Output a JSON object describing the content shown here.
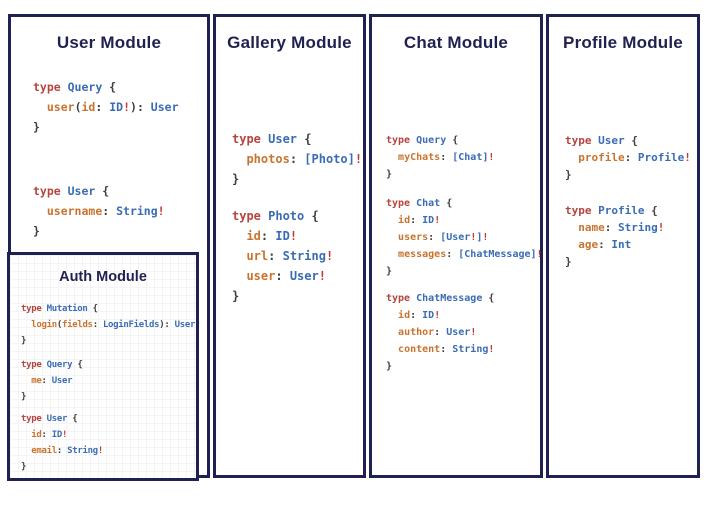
{
  "colors": {
    "navy": "#1f2150",
    "keyword": "#b5453e",
    "typename": "#3a6cb4",
    "field": "#c9742e",
    "punct": "#3f3f3f",
    "bang": "#c03a33"
  },
  "panels": [
    {
      "id": "user-module",
      "title": "User Module",
      "blocks": [
        [
          [
            [
              "k",
              "type "
            ],
            [
              "y",
              "Query "
            ],
            [
              "p",
              "{"
            ]
          ],
          [
            [
              "p",
              "  "
            ],
            [
              "f",
              "user"
            ],
            [
              "p",
              "("
            ],
            [
              "f",
              "id"
            ],
            [
              "p",
              ": "
            ],
            [
              "y",
              "ID"
            ],
            [
              "b",
              "!"
            ],
            [
              "p",
              "): "
            ],
            [
              "y",
              "User"
            ]
          ],
          [
            [
              "p",
              "}"
            ]
          ]
        ],
        [
          [
            [
              "k",
              "type "
            ],
            [
              "y",
              "User "
            ],
            [
              "p",
              "{"
            ]
          ],
          [
            [
              "p",
              "  "
            ],
            [
              "f",
              "username"
            ],
            [
              "p",
              ": "
            ],
            [
              "y",
              "String"
            ],
            [
              "b",
              "!"
            ]
          ],
          [
            [
              "p",
              "}"
            ]
          ]
        ]
      ]
    },
    {
      "id": "gallery-module",
      "title": "Gallery Module",
      "blocks": [
        [
          [
            [
              "k",
              "type "
            ],
            [
              "y",
              "User "
            ],
            [
              "p",
              "{"
            ]
          ],
          [
            [
              "p",
              "  "
            ],
            [
              "f",
              "photos"
            ],
            [
              "p",
              ": "
            ],
            [
              "y",
              "[Photo]"
            ],
            [
              "b",
              "!"
            ]
          ],
          [
            [
              "p",
              "}"
            ]
          ]
        ],
        [
          [
            [
              "k",
              "type "
            ],
            [
              "y",
              "Photo "
            ],
            [
              "p",
              "{"
            ]
          ],
          [
            [
              "p",
              "  "
            ],
            [
              "f",
              "id"
            ],
            [
              "p",
              ": "
            ],
            [
              "y",
              "ID"
            ],
            [
              "b",
              "!"
            ]
          ],
          [
            [
              "p",
              "  "
            ],
            [
              "f",
              "url"
            ],
            [
              "p",
              ": "
            ],
            [
              "y",
              "String"
            ],
            [
              "b",
              "!"
            ]
          ],
          [
            [
              "p",
              "  "
            ],
            [
              "f",
              "user"
            ],
            [
              "p",
              ": "
            ],
            [
              "y",
              "User"
            ],
            [
              "b",
              "!"
            ]
          ],
          [
            [
              "p",
              "}"
            ]
          ]
        ]
      ]
    },
    {
      "id": "chat-module",
      "title": "Chat Module",
      "blocks": [
        [
          [
            [
              "k",
              "type "
            ],
            [
              "y",
              "Query "
            ],
            [
              "p",
              "{"
            ]
          ],
          [
            [
              "p",
              "  "
            ],
            [
              "f",
              "myChats"
            ],
            [
              "p",
              ": "
            ],
            [
              "y",
              "[Chat]"
            ],
            [
              "b",
              "!"
            ]
          ],
          [
            [
              "p",
              "}"
            ]
          ]
        ],
        [
          [
            [
              "k",
              "type "
            ],
            [
              "y",
              "Chat "
            ],
            [
              "p",
              "{"
            ]
          ],
          [
            [
              "p",
              "  "
            ],
            [
              "f",
              "id"
            ],
            [
              "p",
              ": "
            ],
            [
              "y",
              "ID"
            ],
            [
              "b",
              "!"
            ]
          ],
          [
            [
              "p",
              "  "
            ],
            [
              "f",
              "users"
            ],
            [
              "p",
              ": "
            ],
            [
              "y",
              "[User"
            ],
            [
              "b",
              "!"
            ],
            [
              "y",
              "]"
            ],
            [
              "b",
              "!"
            ]
          ],
          [
            [
              "p",
              "  "
            ],
            [
              "f",
              "messages"
            ],
            [
              "p",
              ": "
            ],
            [
              "y",
              "[ChatMessage]"
            ],
            [
              "b",
              "!"
            ]
          ],
          [
            [
              "p",
              "}"
            ]
          ]
        ],
        [
          [
            [
              "k",
              "type "
            ],
            [
              "y",
              "ChatMessage "
            ],
            [
              "p",
              "{"
            ]
          ],
          [
            [
              "p",
              "  "
            ],
            [
              "f",
              "id"
            ],
            [
              "p",
              ": "
            ],
            [
              "y",
              "ID"
            ],
            [
              "b",
              "!"
            ]
          ],
          [
            [
              "p",
              "  "
            ],
            [
              "f",
              "author"
            ],
            [
              "p",
              ": "
            ],
            [
              "y",
              "User"
            ],
            [
              "b",
              "!"
            ]
          ],
          [
            [
              "p",
              "  "
            ],
            [
              "f",
              "content"
            ],
            [
              "p",
              ": "
            ],
            [
              "y",
              "String"
            ],
            [
              "b",
              "!"
            ]
          ],
          [
            [
              "p",
              "}"
            ]
          ]
        ]
      ]
    },
    {
      "id": "profile-module",
      "title": "Profile Module",
      "blocks": [
        [
          [
            [
              "k",
              "type "
            ],
            [
              "y",
              "User "
            ],
            [
              "p",
              "{"
            ]
          ],
          [
            [
              "p",
              "  "
            ],
            [
              "f",
              "profile"
            ],
            [
              "p",
              ": "
            ],
            [
              "y",
              "Profile"
            ],
            [
              "b",
              "!"
            ]
          ],
          [
            [
              "p",
              "}"
            ]
          ]
        ],
        [
          [
            [
              "k",
              "type "
            ],
            [
              "y",
              "Profile "
            ],
            [
              "p",
              "{"
            ]
          ],
          [
            [
              "p",
              "  "
            ],
            [
              "f",
              "name"
            ],
            [
              "p",
              ": "
            ],
            [
              "y",
              "String"
            ],
            [
              "b",
              "!"
            ]
          ],
          [
            [
              "p",
              "  "
            ],
            [
              "f",
              "age"
            ],
            [
              "p",
              ": "
            ],
            [
              "y",
              "Int"
            ]
          ],
          [
            [
              "p",
              "}"
            ]
          ]
        ]
      ]
    },
    {
      "id": "auth-module",
      "title": "Auth Module",
      "blocks": [
        [
          [
            [
              "k",
              "type "
            ],
            [
              "y",
              "Mutation "
            ],
            [
              "p",
              "{"
            ]
          ],
          [
            [
              "p",
              "  "
            ],
            [
              "f",
              "login"
            ],
            [
              "p",
              "("
            ],
            [
              "f",
              "fields"
            ],
            [
              "p",
              ": "
            ],
            [
              "y",
              "LoginFields"
            ],
            [
              "p",
              "): "
            ],
            [
              "y",
              "User"
            ]
          ],
          [
            [
              "p",
              "}"
            ]
          ]
        ],
        [
          [
            [
              "k",
              "type "
            ],
            [
              "y",
              "Query "
            ],
            [
              "p",
              "{"
            ]
          ],
          [
            [
              "p",
              "  "
            ],
            [
              "f",
              "me"
            ],
            [
              "p",
              ": "
            ],
            [
              "y",
              "User"
            ]
          ],
          [
            [
              "p",
              "}"
            ]
          ]
        ],
        [
          [
            [
              "k",
              "type "
            ],
            [
              "y",
              "User "
            ],
            [
              "p",
              "{"
            ]
          ],
          [
            [
              "p",
              "  "
            ],
            [
              "f",
              "id"
            ],
            [
              "p",
              ": "
            ],
            [
              "y",
              "ID"
            ],
            [
              "b",
              "!"
            ]
          ],
          [
            [
              "p",
              "  "
            ],
            [
              "f",
              "email"
            ],
            [
              "p",
              ": "
            ],
            [
              "y",
              "String"
            ],
            [
              "b",
              "!"
            ]
          ],
          [
            [
              "p",
              "}"
            ]
          ]
        ]
      ]
    }
  ]
}
